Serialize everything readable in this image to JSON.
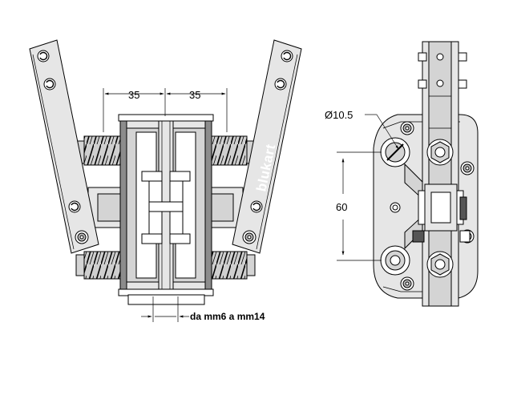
{
  "diagram": {
    "dim_left": "35",
    "dim_right": "35",
    "dim_diameter": "Ø10.5",
    "dim_height": "60",
    "range_note": "da mm6 a mm14",
    "logo": "blukart"
  }
}
